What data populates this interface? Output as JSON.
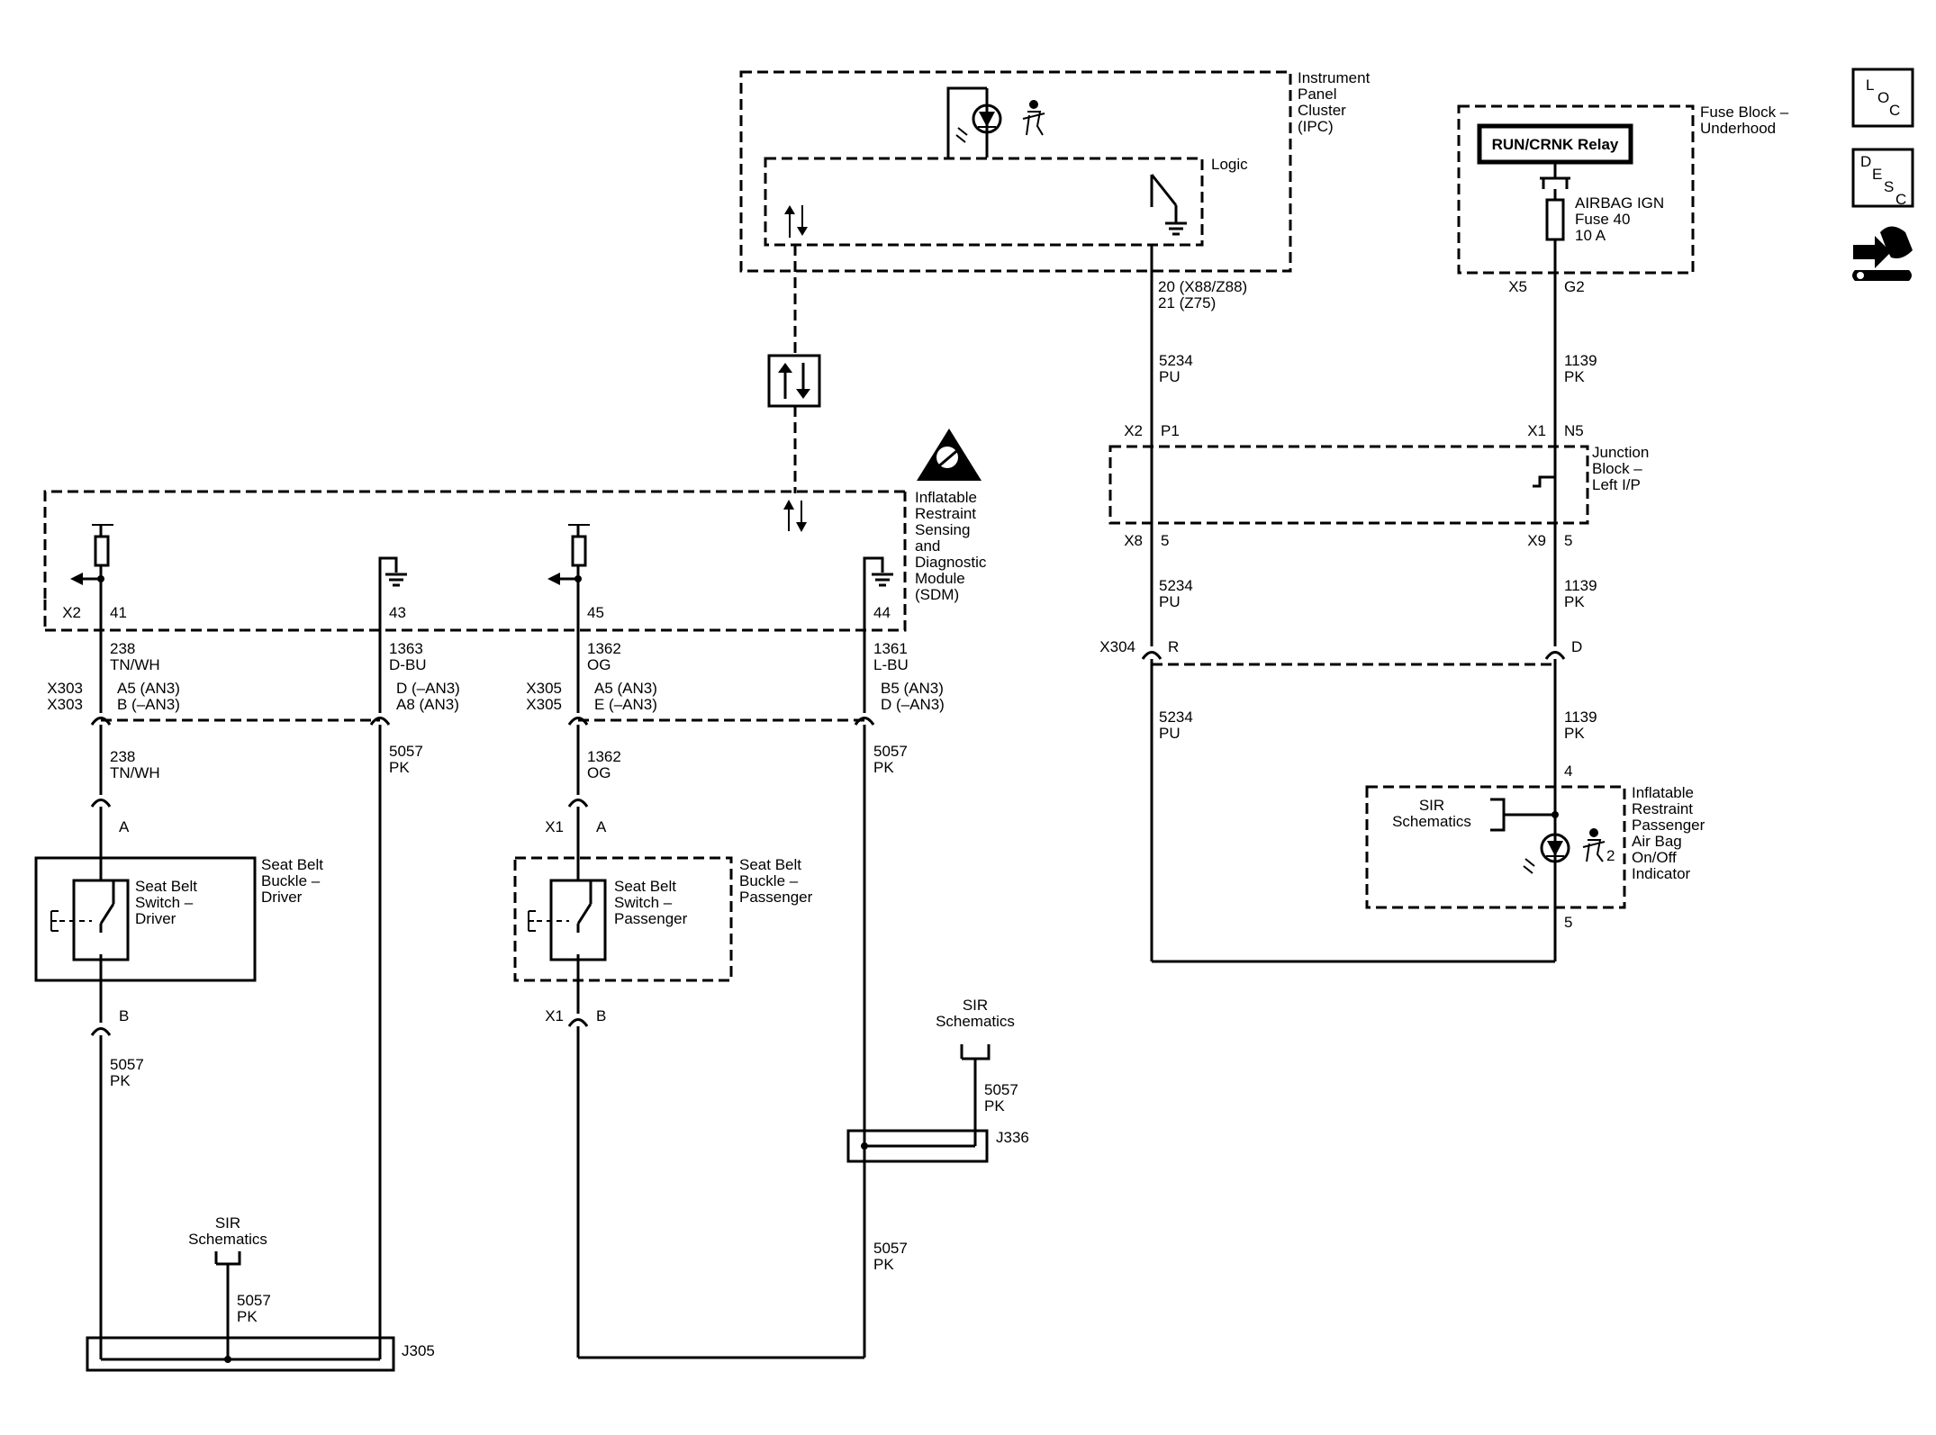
{
  "modules": {
    "ipc": [
      "Instrument",
      "Panel",
      "Cluster",
      "(IPC)"
    ],
    "ipc_logic": "Logic",
    "fuse_block": [
      "Fuse Block –",
      "Underhood"
    ],
    "relay": "RUN/CRNK Relay",
    "fuse": [
      "AIRBAG IGN",
      "Fuse 40",
      "10 A"
    ],
    "junction_block": [
      "Junction",
      "Block –",
      "Left I/P"
    ],
    "sdm": [
      "Inflatable",
      "Restraint",
      "Sensing",
      "and",
      "Diagnostic",
      "Module",
      "(SDM)"
    ],
    "buckle_driver": [
      "Seat Belt",
      "Buckle –",
      "Driver"
    ],
    "switch_driver": [
      "Seat Belt",
      "Switch –",
      "Driver"
    ],
    "buckle_pass": [
      "Seat Belt",
      "Buckle –",
      "Passenger"
    ],
    "switch_pass": [
      "Seat Belt",
      "Switch –",
      "Passenger"
    ],
    "indicator": [
      "Inflatable",
      "Restraint",
      "Passenger",
      "Air Bag",
      "On/Off",
      "Indicator"
    ],
    "sir": [
      "SIR",
      "Schematics"
    ]
  },
  "nav_icons": {
    "loc": {
      "a": "L",
      "b": "O",
      "c": "C"
    },
    "desc": {
      "a": "D",
      "b": "E",
      "c": "S",
      "d": "C"
    }
  },
  "pins": {
    "ipc_pin_a": "20 (X88/Z88)",
    "ipc_pin_b": "21 (Z75)",
    "x5": "X5",
    "g2": "G2",
    "x2_top": "X2",
    "p1": "P1",
    "x1_top": "X1",
    "n5": "N5",
    "x8": "X8",
    "x8_pin": "5",
    "x9": "X9",
    "x9_pin": "5",
    "x304": "X304",
    "x304_r": "R",
    "x304_d": "D",
    "ind_4": "4",
    "ind_5": "5",
    "ind_2": "2",
    "sdm_x2": "X2",
    "p41": "41",
    "p43": "43",
    "p45": "45",
    "p44": "44",
    "x303": "X303",
    "x305": "X305",
    "d_a5": "A5 (AN3)",
    "d_b": "B (–AN3)",
    "d_d": "D (–AN3)",
    "d_a8": "A8 (AN3)",
    "p_a5": "A5 (AN3)",
    "p_e": "E (–AN3)",
    "p_b5": "B5 (AN3)",
    "p_d": "D (–AN3)",
    "conn_a": "A",
    "conn_b": "B",
    "x1": "X1",
    "j305": "J305",
    "j336": "J336"
  },
  "wires": {
    "w5234": [
      "5234",
      "PU"
    ],
    "w1139": [
      "1139",
      "PK"
    ],
    "w238": [
      "238",
      "TN/WH"
    ],
    "w1363": [
      "1363",
      "D-BU"
    ],
    "w1362": [
      "1362",
      "OG"
    ],
    "w1361": [
      "1361",
      "L-BU"
    ],
    "w5057": [
      "5057",
      "PK"
    ]
  }
}
